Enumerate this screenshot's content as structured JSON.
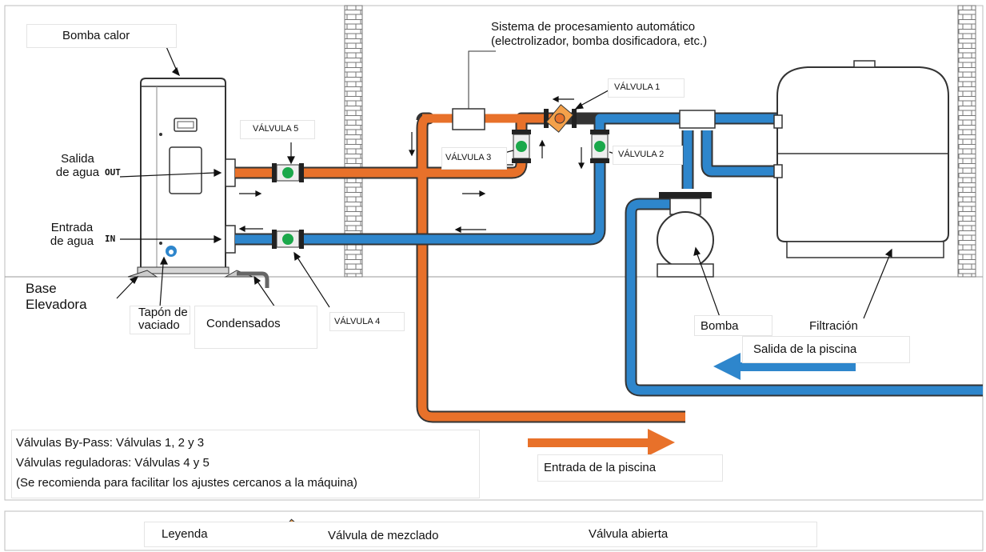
{
  "labels": {
    "heat_pump": "Bomba calor",
    "water_outlet": "Salida\nde agua",
    "water_inlet": "Entrada\nde agua",
    "out_tag": "OUT",
    "in_tag": "IN",
    "raised_base": "Base\nElevadora",
    "drain_plug": "Tapón de\nvaciado",
    "condensates": "Condensados",
    "auto_system": "Sistema de procesamiento automático\n(electrolizador, bomba dosificadora, etc.)",
    "valve1": "VÁLVULA 1",
    "valve2": "VÁLVULA 2",
    "valve3": "VÁLVULA 3",
    "valve4": "VÁLVULA 4",
    "valve5": "VÁLVULA 5",
    "pump": "Bomba",
    "filtration": "Filtración",
    "pool_outlet": "Salida de la piscina",
    "pool_inlet": "Entrada de la piscina"
  },
  "notes": [
    "Válvulas By-Pass: Válvulas 1, 2 y 3",
    "Válvulas reguladoras: Válvulas 4 y 5",
    "(Se recomienda para facilitar los ajustes cercanos a la máquina)"
  ],
  "legend": {
    "title": "Leyenda",
    "mixing_valve": "Válvula de mezclado",
    "open_valve": "Válvula abierta"
  },
  "colors": {
    "hot_pipe": "#e8712a",
    "cold_pipe": "#2e86cc",
    "valve_green": "#1aa84a",
    "outline": "#222222"
  }
}
